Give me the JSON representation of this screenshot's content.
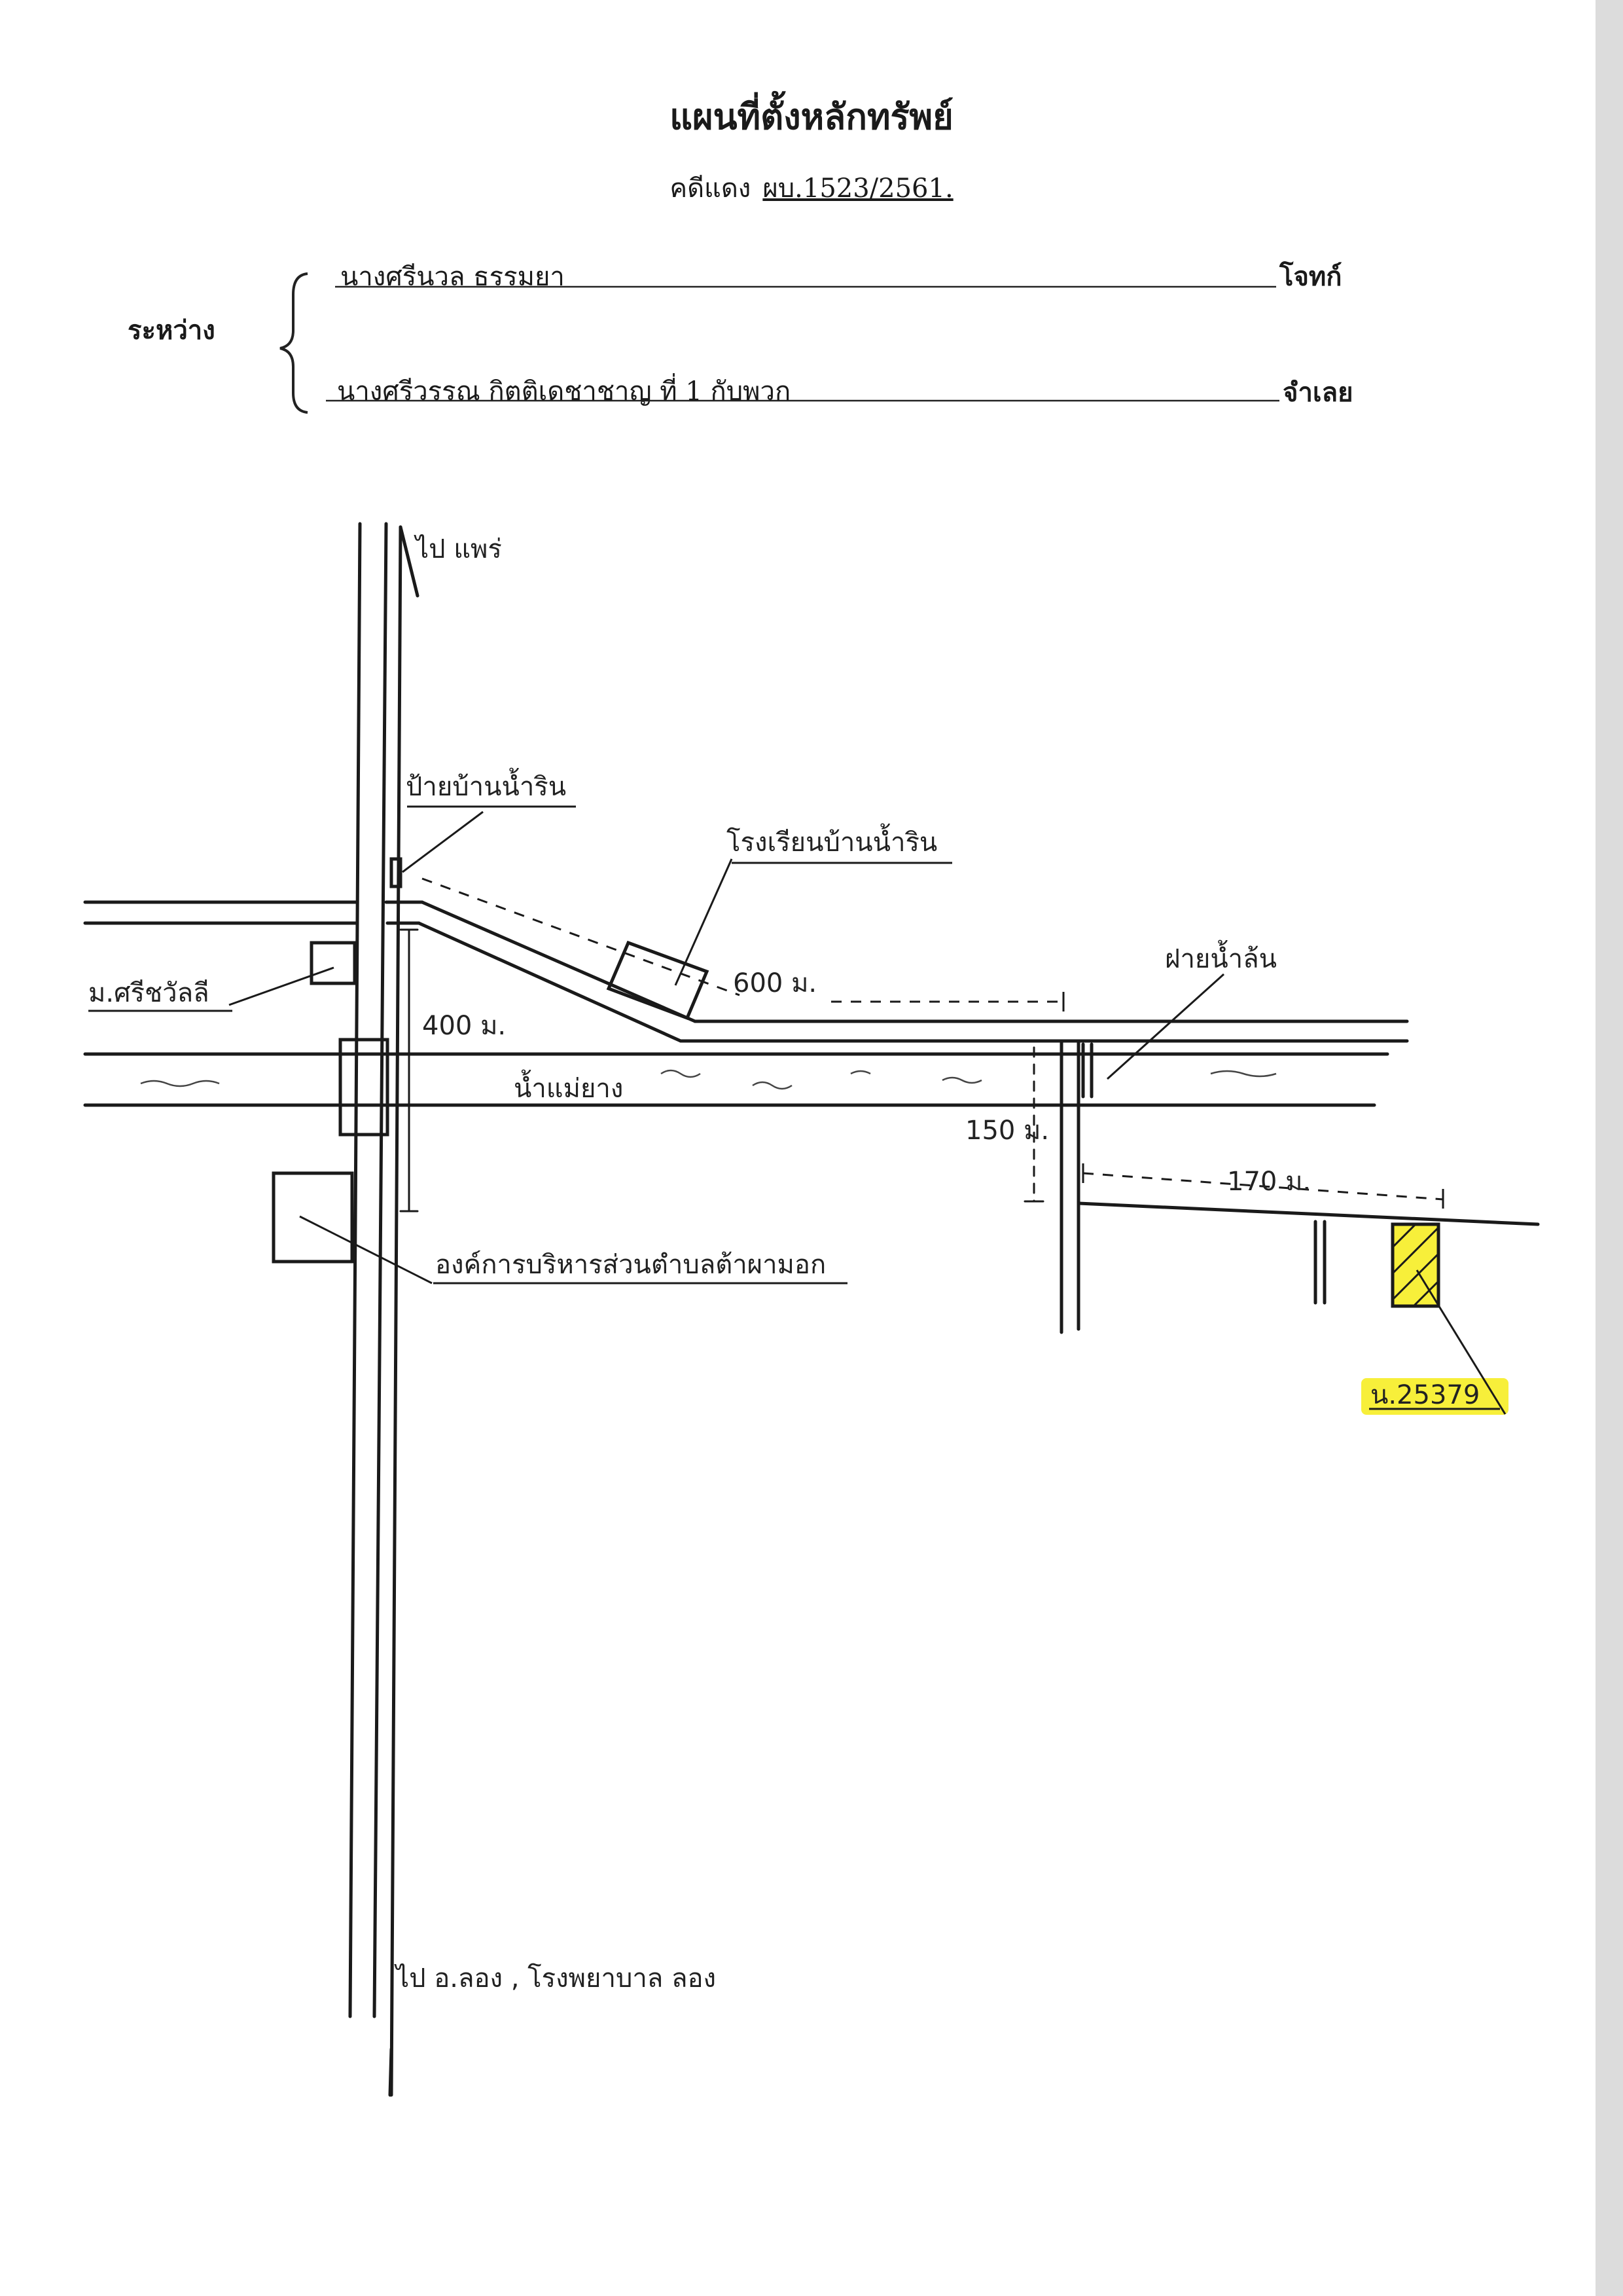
{
  "header": {
    "title": "แผนที่ตั้งหลักทรัพย์",
    "case_label": "คดีแดง",
    "case_number": "ผบ.1523/2561."
  },
  "parties": {
    "between_label": "ระหว่าง",
    "plaintiff_name": "นางศรีนวล ธรรมยา",
    "plaintiff_role": "โจทก์",
    "defendant_name": "นางศรีวรรณ กิตติเดชาชาญ ที่ 1 กับพวก",
    "defendant_role": "จำเลย"
  },
  "map": {
    "to_north": "ไป แพร่",
    "to_south": "ไป อ.ลอง , โรงพยาบาล ลอง",
    "village_sign": "ป้ายบ้านน้ำริน",
    "school": "โรงเรียนบ้านน้ำริน",
    "temple": "ม.ศรีชวัลลี",
    "river": "น้ำแม่ยาง",
    "weir": "ฝายน้ำล้น",
    "tao_office": "องค์การบริหารส่วนตำบลต้าผามอก",
    "dist_400": "400 ม.",
    "dist_600": "600 ม.",
    "dist_150": "150 ม.",
    "dist_170": "170 ม.",
    "plot_label": "น.25379",
    "highlight_color": "#f7ef3a"
  }
}
